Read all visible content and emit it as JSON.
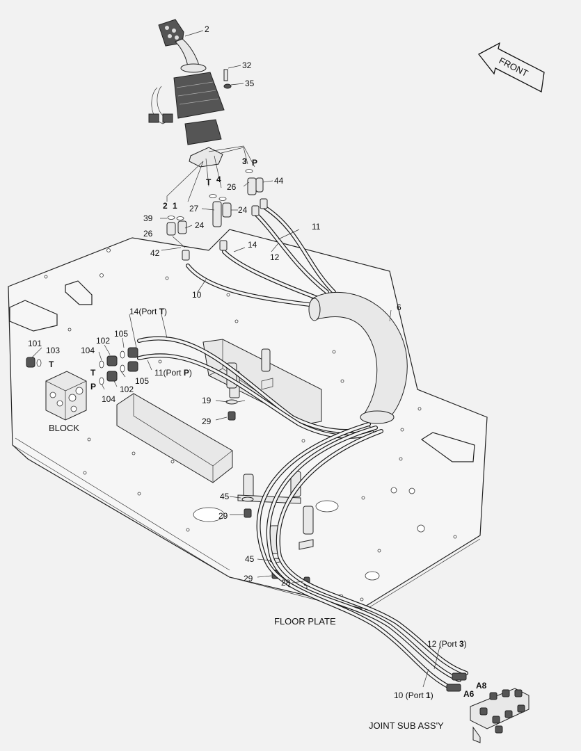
{
  "direction": "FRONT",
  "labels": {
    "block": "BLOCK",
    "floor_plate": "FLOOR PLATE",
    "joint": "JOINT SUB ASS'Y"
  },
  "port_callouts": [
    {
      "id": "c14port",
      "num": "14",
      "pre": "(Port ",
      "port": "T",
      "post": ")"
    },
    {
      "id": "c11port",
      "num": "11",
      "pre": "(Port ",
      "port": "P",
      "post": ")"
    },
    {
      "id": "c12port",
      "num": "12",
      "pre": " (Port ",
      "port": "3",
      "post": ")"
    },
    {
      "id": "c10port",
      "num": "10",
      "pre": " (Port ",
      "port": "1",
      "post": ")"
    }
  ],
  "callouts": [
    {
      "id": "c2",
      "text": "2",
      "bold": false
    },
    {
      "id": "c32",
      "text": "32",
      "bold": false
    },
    {
      "id": "c35",
      "text": "35",
      "bold": false
    },
    {
      "id": "c3",
      "text": "3",
      "bold": true
    },
    {
      "id": "cP",
      "text": "P",
      "bold": true
    },
    {
      "id": "cT",
      "text": "T",
      "bold": true
    },
    {
      "id": "c4",
      "text": "4",
      "bold": true
    },
    {
      "id": "c26a",
      "text": "26",
      "bold": false
    },
    {
      "id": "c44",
      "text": "44",
      "bold": false
    },
    {
      "id": "c2b",
      "text": "2",
      "bold": true
    },
    {
      "id": "c1b",
      "text": "1",
      "bold": true
    },
    {
      "id": "c27",
      "text": "27",
      "bold": false
    },
    {
      "id": "c24a",
      "text": "24",
      "bold": false
    },
    {
      "id": "c39",
      "text": "39",
      "bold": false
    },
    {
      "id": "c24b",
      "text": "24",
      "bold": false
    },
    {
      "id": "c11",
      "text": "11",
      "bold": false
    },
    {
      "id": "c26b",
      "text": "26",
      "bold": false
    },
    {
      "id": "c14",
      "text": "14",
      "bold": false
    },
    {
      "id": "c42",
      "text": "42",
      "bold": false
    },
    {
      "id": "c12",
      "text": "12",
      "bold": false
    },
    {
      "id": "c10",
      "text": "10",
      "bold": false
    },
    {
      "id": "c6",
      "text": "6",
      "bold": false
    },
    {
      "id": "c105a",
      "text": "105",
      "bold": false
    },
    {
      "id": "c101",
      "text": "101",
      "bold": false
    },
    {
      "id": "c102a",
      "text": "102",
      "bold": false
    },
    {
      "id": "c103",
      "text": "103",
      "bold": false
    },
    {
      "id": "c104a",
      "text": "104",
      "bold": false
    },
    {
      "id": "cTblk",
      "text": "T",
      "bold": true
    },
    {
      "id": "cTb",
      "text": "T",
      "bold": true
    },
    {
      "id": "cPb",
      "text": "P",
      "bold": true
    },
    {
      "id": "c105b",
      "text": "105",
      "bold": false
    },
    {
      "id": "c102b",
      "text": "102",
      "bold": false
    },
    {
      "id": "c104b",
      "text": "104",
      "bold": false
    },
    {
      "id": "c19",
      "text": "19",
      "bold": false
    },
    {
      "id": "c29a",
      "text": "29",
      "bold": false
    },
    {
      "id": "c45a",
      "text": "45",
      "bold": false
    },
    {
      "id": "c29b",
      "text": "29",
      "bold": false
    },
    {
      "id": "c45b",
      "text": "45",
      "bold": false
    },
    {
      "id": "c29c",
      "text": "29",
      "bold": false
    },
    {
      "id": "c28",
      "text": "28",
      "bold": false
    },
    {
      "id": "cA8",
      "text": "A8",
      "bold": true
    },
    {
      "id": "cA6",
      "text": "A6",
      "bold": true
    }
  ]
}
